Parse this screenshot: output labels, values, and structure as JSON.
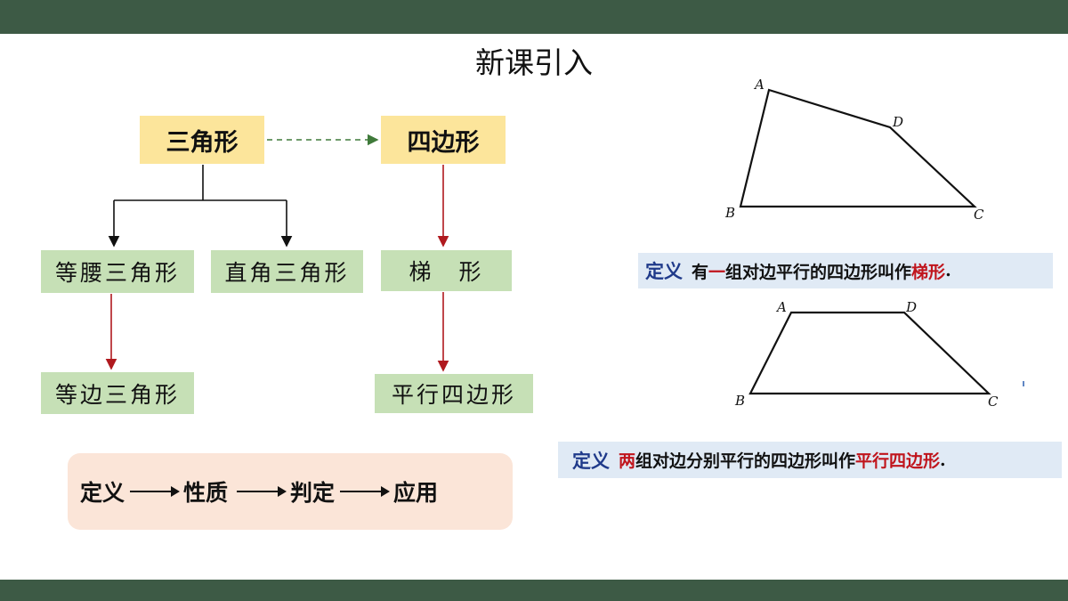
{
  "title": "新课引入",
  "boxes": {
    "triangle": "三角形",
    "quadrilateral": "四边形",
    "isosceles_triangle": "等腰三角形",
    "right_triangle": "直角三角形",
    "equilateral_triangle": "等边三角形",
    "trapezoid": "梯　形",
    "parallelogram": "平行四边形"
  },
  "flow": {
    "steps": [
      "定义",
      "性质",
      "判定",
      "应用"
    ]
  },
  "trapezoid_figure": {
    "vertices": [
      "A",
      "D",
      "B",
      "C"
    ]
  },
  "parallelogram_figure": {
    "vertices": [
      "A",
      "D",
      "B",
      "C"
    ]
  },
  "definitions": {
    "trapezoid": {
      "tag": "定义",
      "part1": "有",
      "emph1": "一",
      "part2": "组对边平行的四边形叫作",
      "emph2": "梯形",
      "end": "."
    },
    "parallelogram": {
      "tag": "定义",
      "emph1": "两",
      "part2": "组对边分别平行的四边形叫作",
      "emph2": "平行四边形",
      "end": "."
    }
  },
  "colors": {
    "bar": "#3d5a45",
    "yellow_box": "#fce59b",
    "green_box": "#c6e0b6",
    "flow_bg": "#fbe5d8",
    "definition_bg": "#e0eaf5",
    "definition_tag": "#1f3a8a",
    "emphasis_red": "#c0141c",
    "dashed_arrow": "#3f7a3a",
    "red_arrow": "#b0191e"
  }
}
